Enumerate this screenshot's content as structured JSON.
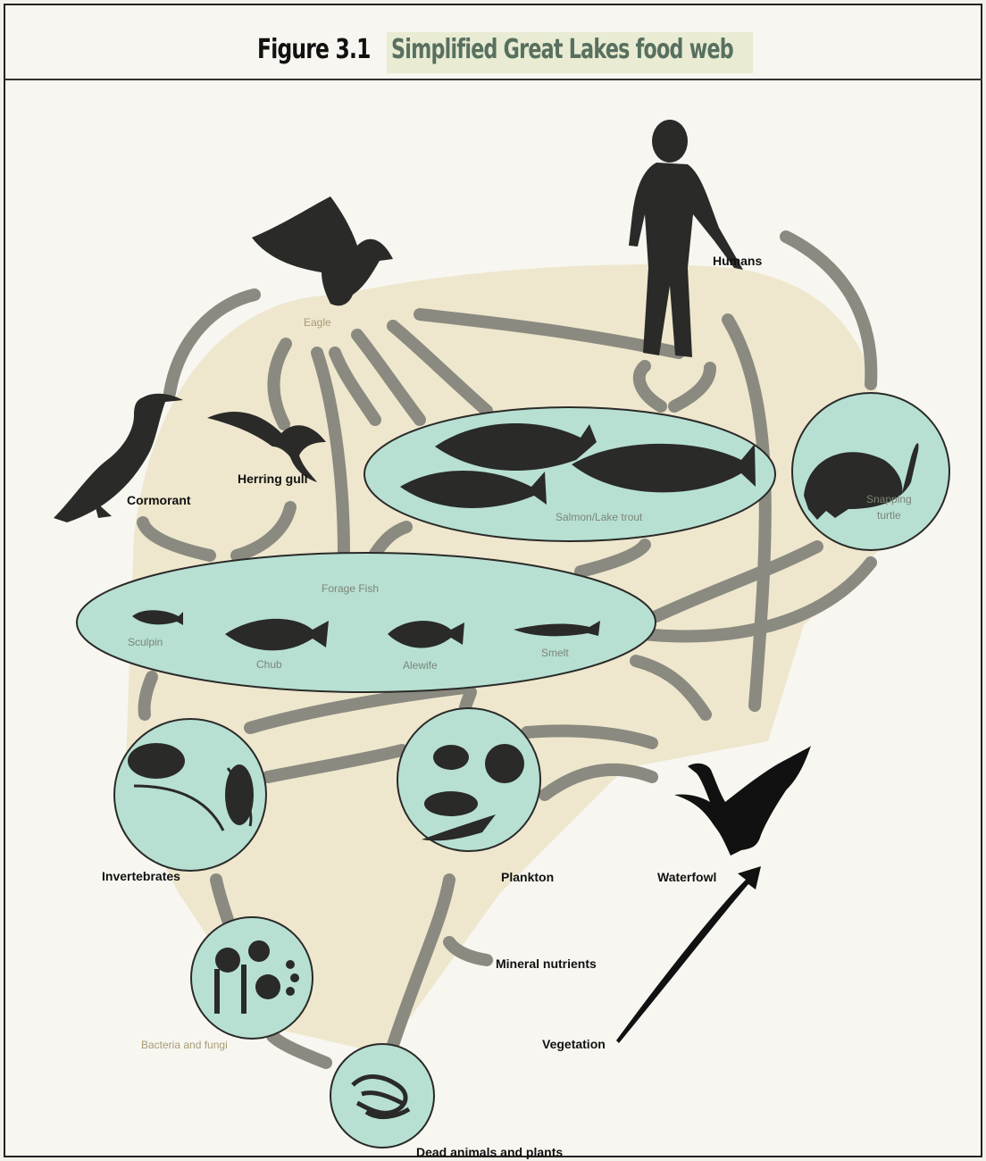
{
  "figure": {
    "number": "Figure 3.1",
    "title": "Simplified Great Lakes food web"
  },
  "nodes": {
    "eagle": "Eagle",
    "humans": "Humans",
    "cormorant": "Cormorant",
    "herring_gull": "Herring gull",
    "salmon_trout": "Salmon/Lake trout",
    "snapping_turtle_1": "Snapping",
    "snapping_turtle_2": "turtle",
    "forage_fish": "Forage Fish",
    "sculpin": "Sculpin",
    "chub": "Chub",
    "alewife": "Alewife",
    "smelt": "Smelt",
    "invertebrates": "Invertebrates",
    "plankton": "Plankton",
    "waterfowl": "Waterfowl",
    "mineral_nutrients": "Mineral nutrients",
    "bacteria_fungi": "Bacteria and fungi",
    "vegetation": "Vegetation",
    "dead_animals_plants": "Dead animals and plants"
  },
  "colors": {
    "habitat_fill": "#ece6c9",
    "teal_fill": "#b7e0d3",
    "arrow_gray": "#8a8a80",
    "silhouette": "#2a2a28",
    "title_box": "#e9ecd2"
  }
}
